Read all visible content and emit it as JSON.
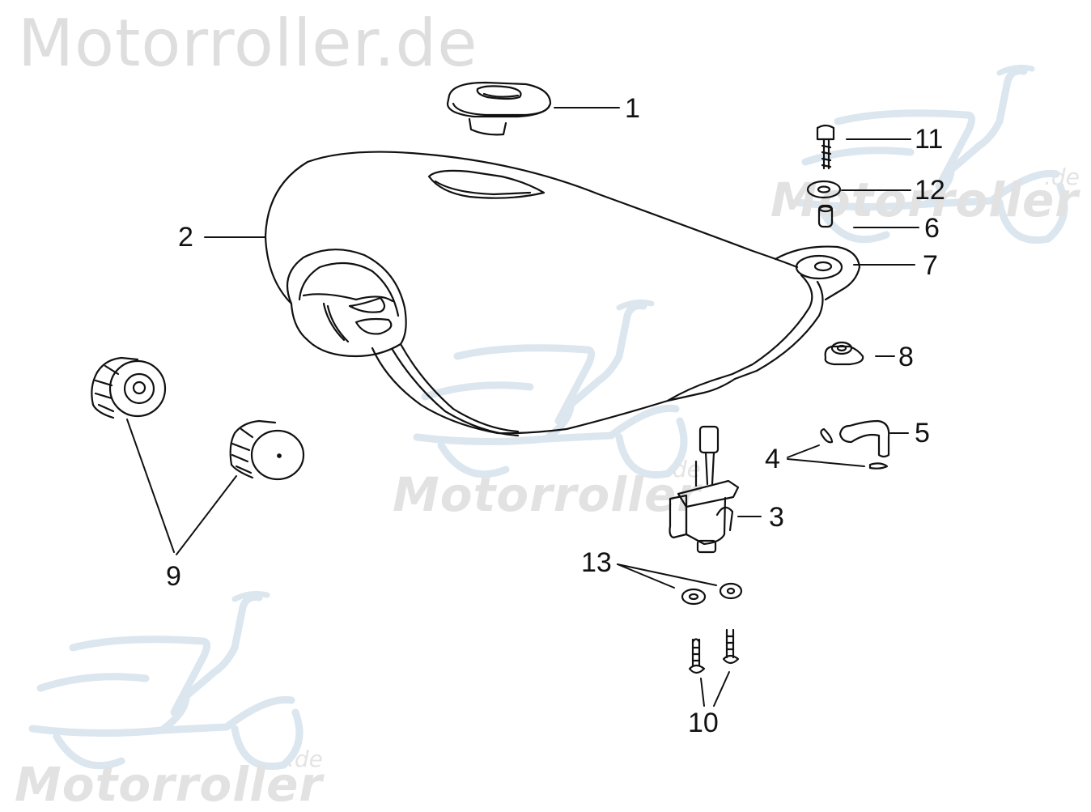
{
  "watermarks": {
    "title": "Motorroller.de",
    "brand": "Motorroller",
    "brand_suffix": ".de",
    "scooter_color": "#dbe6ef",
    "text_color": "#e0e0e0"
  },
  "diagram": {
    "subject": "Fuel tank exploded parts diagram",
    "line_color": "#111111",
    "callouts": [
      {
        "id": "1",
        "label": "1",
        "part": "fuel-cap"
      },
      {
        "id": "2",
        "label": "2",
        "part": "fuel-tank"
      },
      {
        "id": "3",
        "label": "3",
        "part": "fuel-cock"
      },
      {
        "id": "4",
        "label": "4",
        "part": "hose-clips"
      },
      {
        "id": "5",
        "label": "5",
        "part": "fuel-hose"
      },
      {
        "id": "6",
        "label": "6",
        "part": "collar"
      },
      {
        "id": "7",
        "label": "7",
        "part": "rubber-mount"
      },
      {
        "id": "8",
        "label": "8",
        "part": "nut"
      },
      {
        "id": "9",
        "label": "9",
        "part": "rubber-cushions"
      },
      {
        "id": "10",
        "label": "10",
        "part": "screws"
      },
      {
        "id": "11",
        "label": "11",
        "part": "bolt"
      },
      {
        "id": "12",
        "label": "12",
        "part": "washer"
      },
      {
        "id": "13",
        "label": "13",
        "part": "washers"
      }
    ]
  }
}
